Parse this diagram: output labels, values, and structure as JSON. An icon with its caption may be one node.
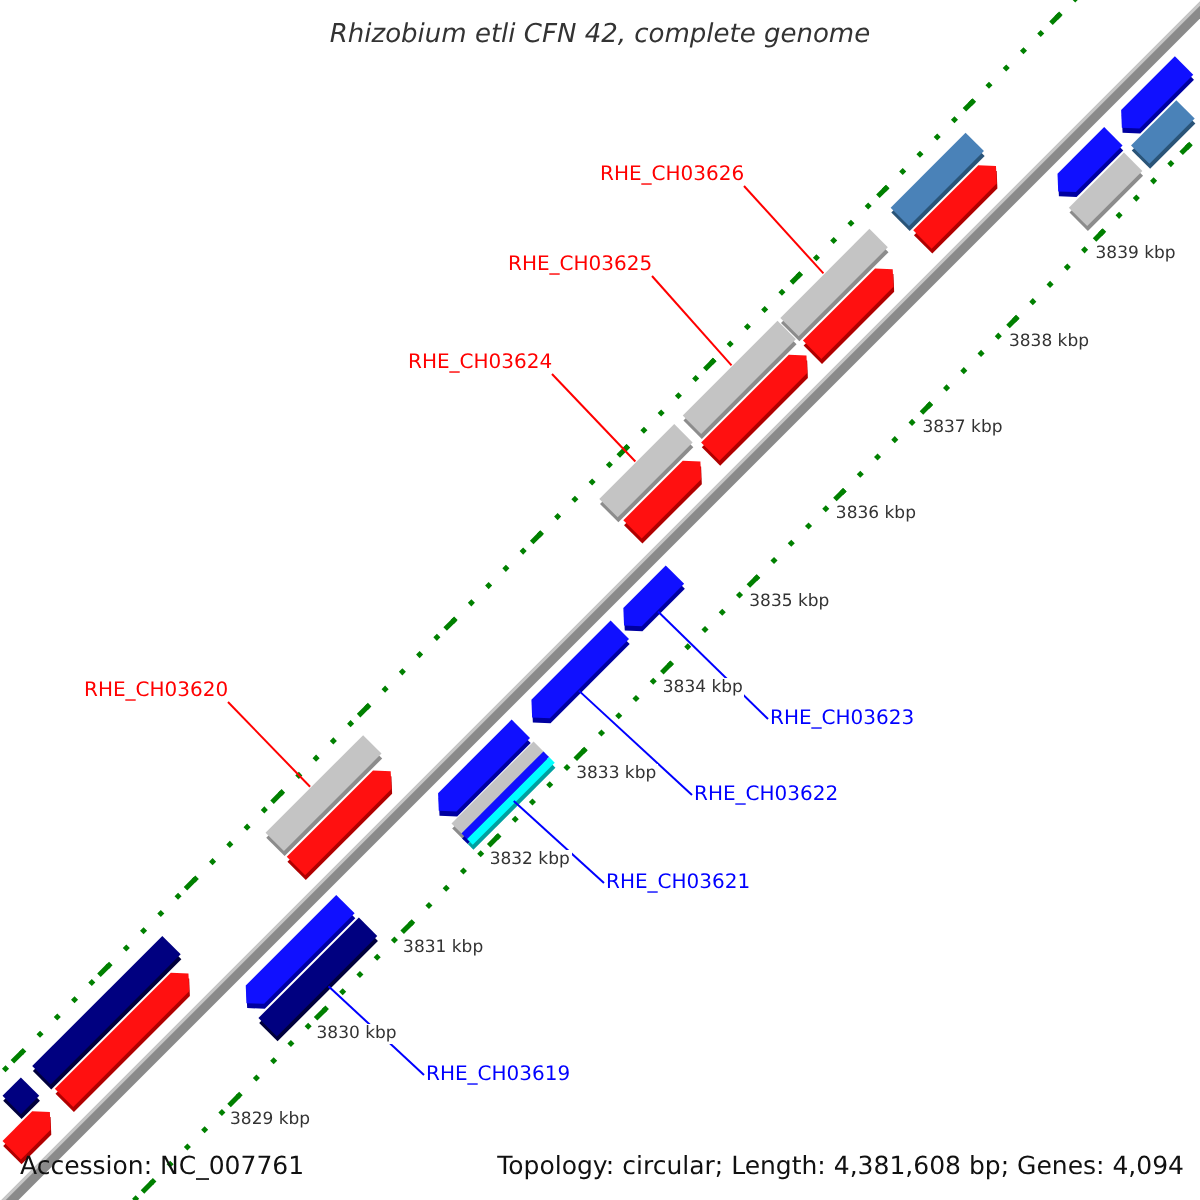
{
  "diagram": {
    "title": "Rhizobium etli CFN 42, complete genome",
    "nodes": [
      {
        "text": [
          "RHE_CH03626"
        ]
      },
      {
        "text": [],
        "shape": "bar"
      },
      {
        "text": [
          "RHE_CH03625"
        ]
      },
      {
        "text": [],
        "shape": "bar"
      },
      {
        "text": [
          "RHE_CH03624"
        ]
      },
      {
        "text": [],
        "shape": "bar"
      },
      {
        "text": [
          "RHE_CH03620"
        ]
      },
      {
        "text": [],
        "shape": "bar"
      },
      {
        "text": [
          "RHE_CH03623"
        ]
      },
      {
        "text": [],
        "shape": "pentagon"
      },
      {
        "text": [
          "RHE_CH03622"
        ]
      },
      {
        "text": [],
        "shape": "pentagon"
      },
      {
        "text": [
          "RHE_CH03621"
        ]
      },
      {
        "text": [],
        "shape": "bar"
      },
      {
        "text": [
          "RHE_CH03619"
        ]
      },
      {
        "text": [],
        "shape": "bar"
      },
      {
        "text": [],
        "shape": "pentagon"
      },
      {
        "text": [],
        "shape": "bar"
      },
      {
        "text": [],
        "shape": "pentagon"
      },
      {
        "text": [],
        "shape": "bar"
      },
      {
        "text": [],
        "shape": "pentagon"
      },
      {
        "text": [],
        "shape": "pentagon"
      },
      {
        "text": [],
        "shape": "pentagon"
      },
      {
        "text": [],
        "shape": "pentagon"
      },
      {
        "text": [],
        "shape": "pentagon"
      },
      {
        "text": [],
        "shape": "pentagon"
      },
      {
        "text": [],
        "shape": "pentagon"
      },
      {
        "text": [],
        "shape": "bar"
      },
      {
        "text": [],
        "shape": "bar"
      },
      {
        "text": [],
        "shape": "pentagon"
      },
      {
        "text": [],
        "shape": "bar"
      },
      {
        "text": [],
        "shape": "pentagon"
      }
    ],
    "edges": [
      {
        "from": 0,
        "to": 1,
        "arrow": "none",
        "color": "#ff0000"
      },
      {
        "from": 2,
        "to": 3,
        "arrow": "none",
        "color": "#ff0000"
      },
      {
        "from": 4,
        "to": 5,
        "arrow": "none",
        "color": "#ff0000"
      },
      {
        "from": 6,
        "to": 7,
        "arrow": "none",
        "color": "#ff0000"
      },
      {
        "from": 8,
        "to": 9,
        "arrow": "none",
        "color": "#0000ff"
      },
      {
        "from": 10,
        "to": 11,
        "arrow": "none",
        "color": "#0000ff"
      },
      {
        "from": 12,
        "to": 13,
        "arrow": "none",
        "color": "#0000ff"
      },
      {
        "from": 14,
        "to": 15,
        "arrow": "none",
        "color": "#0000ff"
      }
    ],
    "labels": [
      "3839 kbp",
      "3838 kbp",
      "3837 kbp",
      "3836 kbp",
      "3835 kbp",
      "3834 kbp",
      "3833 kbp",
      "3832 kbp",
      "3831 kbp",
      "3830 kbp",
      "3829 kbp",
      "Accession: NC_007761",
      "Topology: circular; Length: 4,381,608 bp; Genes: 4,094"
    ]
  }
}
